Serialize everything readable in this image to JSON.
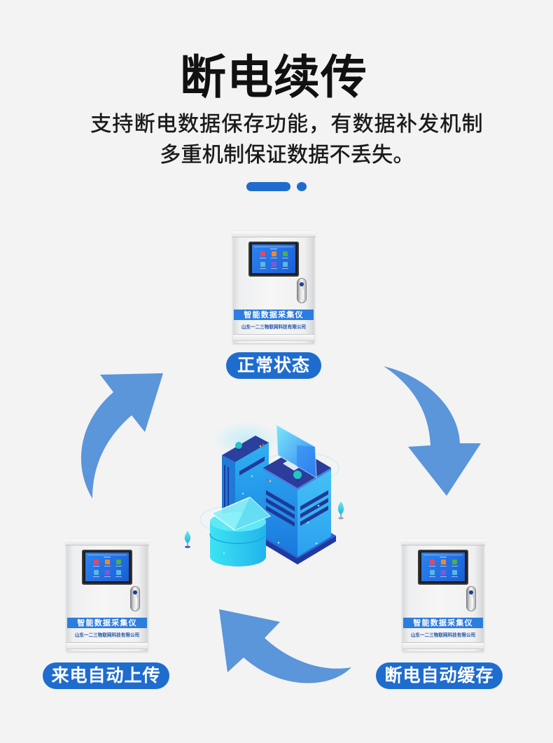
{
  "header": {
    "title": "断电续传",
    "subtitle_lines": [
      "支持断电数据保存功能，有数据补发机制",
      "多重机制保证数据不丢失。"
    ]
  },
  "pager": {
    "count": 2,
    "active_index": 0
  },
  "colors": {
    "background": "#f3f3f3",
    "accent": "#1f6ccf",
    "arrow": "#5b95da",
    "title": "#111111",
    "device_band": "#2c7de0",
    "company_text": "#2353a5"
  },
  "device": {
    "name": "智能数据采集仪",
    "company": "山东一二三物联网科技有限公司",
    "screen_icon_colors": [
      "#e8485c",
      "#f0892a",
      "#4caf50",
      "#5bb6ea",
      "#7b5bd6",
      "#5bb6ea"
    ]
  },
  "states": [
    {
      "id": "normal",
      "label": "正常状态",
      "position": "top"
    },
    {
      "id": "power-off-cache",
      "label": "断电自动缓存",
      "position": "bottom-right"
    },
    {
      "id": "power-on-upload",
      "label": "来电自动上传",
      "position": "bottom-left"
    }
  ],
  "cycle": {
    "direction": "clockwise",
    "order": [
      "正常状态",
      "断电自动缓存",
      "来电自动上传",
      "正常状态"
    ]
  },
  "illustration": {
    "subject": "server-cluster-icon"
  }
}
